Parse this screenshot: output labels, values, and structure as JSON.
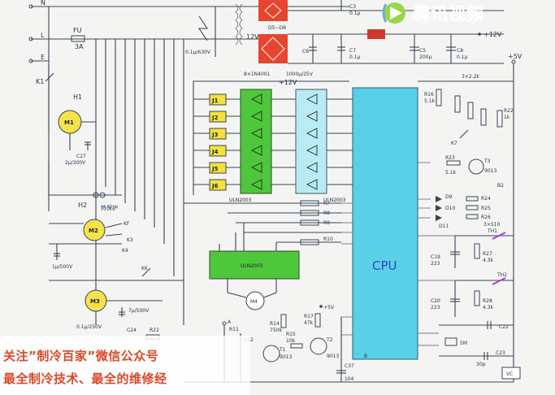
{
  "watermark": {
    "text": "腾讯视频"
  },
  "promo": {
    "line1": "关注”制冷百家”微信公众号",
    "line2": "最全制冷技术、最全的维修经"
  },
  "labels": {
    "n": "N",
    "l": "L",
    "e": "E",
    "fu": "FU",
    "fu_val": "3A",
    "k1": "K1",
    "h1": "H1",
    "m1": "M1",
    "c27": "C27",
    "c27_val": "2μ/300V",
    "h2": "H2",
    "heat_protect": "热保护",
    "m2": "M2",
    "k3": "K3",
    "k4": "K4",
    "kf": "KF",
    "c26_val": "1μ/500V",
    "m3": "M3",
    "k6": "K6",
    "c_m3_val": "7μ/500V",
    "c_bottom_val": "0.1μ/250V",
    "c24": "C24",
    "r22": "R22",
    "transformer_val": "0.1μ/630V",
    "v12": "12V",
    "d5d8": "D5~D8",
    "d_note": "8×1N4001",
    "c_cap_val": "1000μ/25V",
    "c6": "C6",
    "c7": "C7",
    "c7_val": "0.1μ",
    "c3": "C3",
    "c3_val": "0.1μ",
    "c5": "C5",
    "c5_val": "200μ",
    "c8": "C8",
    "c8_val": "0.1μ",
    "plus12v_top": "+12V",
    "plus5v": "+5V",
    "plus12v": "+12V",
    "r16": "R16",
    "r16_val": "5.1k",
    "r22_right": "R22",
    "r22_right_val": "1k",
    "r_3x22k": "3×2.2k",
    "k7": "K7",
    "r23": "R23",
    "r23_val": "5.1k",
    "t3": "T3",
    "t3_val": "9013",
    "b2": "B2",
    "d9": "D9",
    "d10": "D10",
    "d11": "D11",
    "r24": "R24",
    "r25": "R25",
    "r26": "R26",
    "r_3x510": "3×510",
    "th1": "TH1",
    "c19": "C19",
    "c19_val": "223",
    "r27": "R27",
    "r27_val": "4.3k",
    "th2": "TH2",
    "c20": "C20",
    "c20_val": "223",
    "r28": "R28",
    "r28_val": "4.3k",
    "c22": "C22",
    "c23": "C23",
    "c23_val": "30p",
    "crystal": "5M",
    "vc": "VC",
    "cpu": "CPU",
    "ic1": "ULN2003",
    "ic2": "ULN2003",
    "ic3": "ULN2003",
    "m4": "M4",
    "r7": "R7",
    "r8": "R8",
    "r9": "R9",
    "r10": "R10",
    "r17": "R17",
    "r17_val": "47k",
    "r14": "R14",
    "r14_val": "750k",
    "r15": "R15",
    "r15_val": "10k",
    "t1": "T1",
    "t1_val": "9013",
    "t2": "T2",
    "t2_val": "9013",
    "c37": "C37",
    "c37_val": "104",
    "r11": "R11",
    "r12": "R12",
    "pin_a": "A",
    "pin_b": "B",
    "plus5v_bottom": "+5V",
    "j_labels": [
      "J1",
      "J2",
      "J3",
      "J4",
      "J5",
      "J6"
    ]
  },
  "colors": {
    "ic_green": "#4fc73a",
    "buffer_cyan": "#b9ecf2",
    "cpu_cyan": "#5ad0e8",
    "relay_yellow": "#f4e23a",
    "motor_yellow": "#f6e24a",
    "bridge_red": "#e8452f",
    "wire": "#3a4258",
    "promo_red": "#d84a2a"
  }
}
